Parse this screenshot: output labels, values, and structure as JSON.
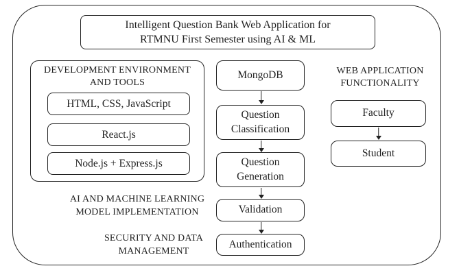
{
  "colors": {
    "ink": "#222222",
    "background": "#ffffff"
  },
  "title": {
    "line1": "Intelligent Question Bank Web Application for",
    "line2": "RTMNU First Semester using AI & ML"
  },
  "dev_tools": {
    "heading_line1": "DEVELOPMENT ENVIRONMENT",
    "heading_line2": "AND TOOLS",
    "items": [
      "HTML, CSS, JavaScript",
      "React.js",
      "Node.js + Express.js"
    ]
  },
  "pipeline": {
    "nodes": [
      "MongoDB",
      "Question Classification",
      "Question Generation",
      "Validation",
      "Authentication"
    ]
  },
  "web_app": {
    "heading_line1": "WEB APPLICATION",
    "heading_line2": "FUNCTIONALITY",
    "nodes": [
      "Faculty",
      "Student"
    ]
  },
  "side_labels": {
    "ai_ml_line1": "AI AND MACHINE LEARNING",
    "ai_ml_line2": "MODEL IMPLEMENTATION",
    "security_line1": "SECURITY AND DATA",
    "security_line2": "MANAGEMENT"
  }
}
